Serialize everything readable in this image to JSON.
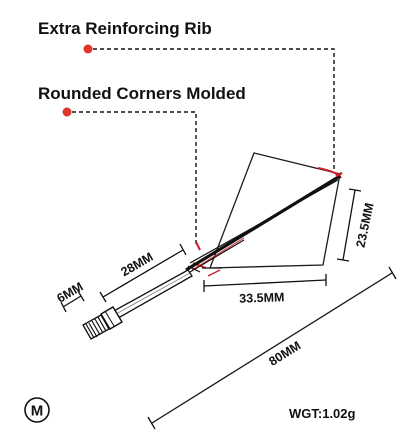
{
  "callouts": {
    "rib": "Extra Reinforcing Rib",
    "corners": "Rounded Corners Molded"
  },
  "dimensions": {
    "stem_length": "28MM",
    "thread": "6MM",
    "flight_width": "33.5MM",
    "flight_height": "23.5MM",
    "total_length": "80MM"
  },
  "badge": {
    "letter": "M"
  },
  "weight": "WGT:1.02g",
  "colors": {
    "ink": "#111111",
    "callout_dot": "#e0362a",
    "accent_red": "#c8202a"
  }
}
